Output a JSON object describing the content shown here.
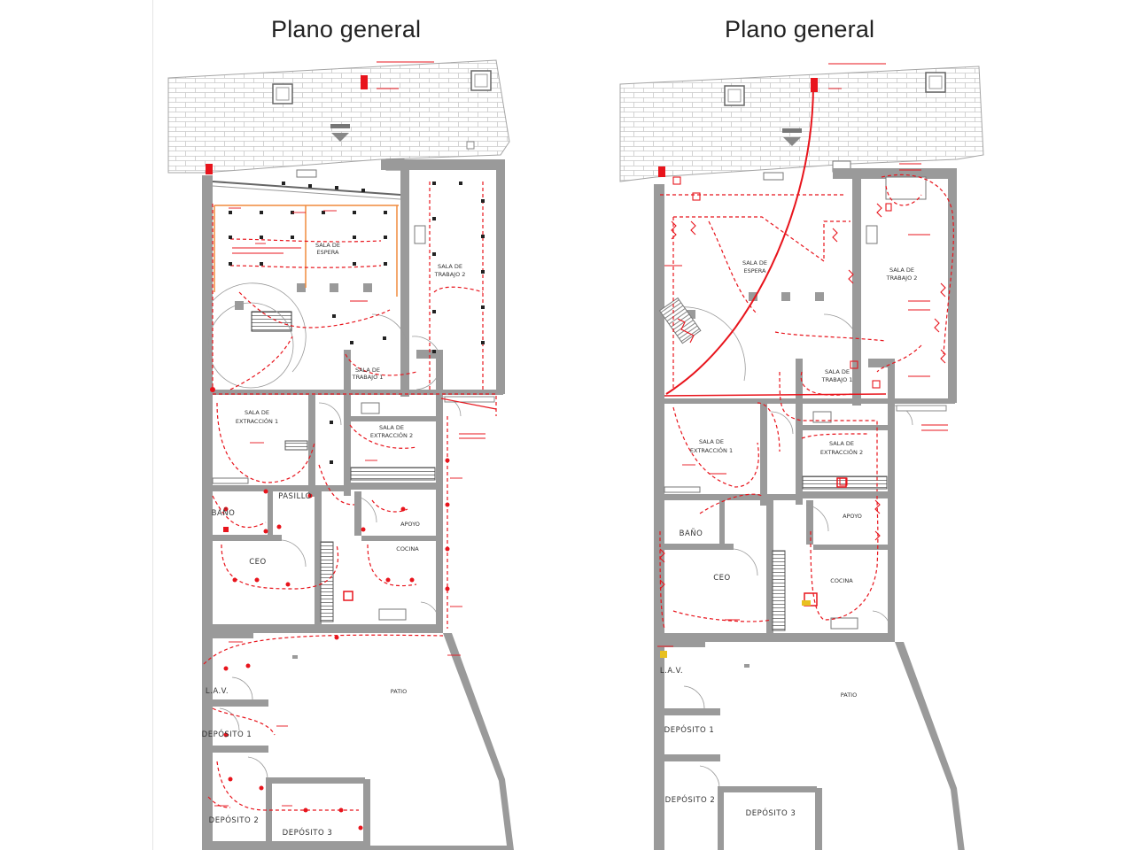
{
  "panels": [
    {
      "title": "Plano general",
      "rooms": {
        "sala_espera": [
          "SALA DE",
          "ESPERA"
        ],
        "sala_trabajo_2": [
          "SALA DE",
          "TRABAJO 2"
        ],
        "sala_trabajo_1": [
          "SALA DE",
          "TRABAJO 1"
        ],
        "sala_extraccion_1": [
          "SALA DE",
          "EXTRACCIÓN 1"
        ],
        "sala_extraccion_2": [
          "SALA DE",
          "EXTRACCIÓN 2"
        ],
        "pasillo": "PASILLO",
        "bano": "BAÑO",
        "apoyo": "APOYO",
        "ceo": "CEO",
        "cocina": "COCINA",
        "patio": "PATIO",
        "lav": "L.A.V.",
        "deposito_1": "DEPÓSITO 1",
        "deposito_2": "DEPÓSITO 2",
        "deposito_3": "DEPÓSITO 3"
      }
    },
    {
      "title": "Plano general",
      "rooms": {
        "sala_espera": [
          "SALA DE",
          "ESPERA"
        ],
        "sala_trabajo_2": [
          "SALA DE",
          "TRABAJO 2"
        ],
        "sala_trabajo_1": [
          "SALA DE",
          "TRABAJO 1"
        ],
        "sala_extraccion_1": [
          "SALA DE",
          "EXTRACCIÓN 1"
        ],
        "sala_extraccion_2": [
          "SALA DE",
          "EXTRACCIÓN 2"
        ],
        "bano": "BAÑO",
        "apoyo": "APOYO",
        "ceo": "CEO",
        "cocina": "COCINA",
        "patio": "PATIO",
        "lav": "L.A.V.",
        "deposito_1": "DEPÓSITO 1",
        "deposito_2": "DEPÓSITO 2",
        "deposito_3": "DEPÓSITO 3"
      }
    }
  ],
  "colors": {
    "wall": "#9a9a9a",
    "wall_dark": "#7d7d7d",
    "electric": "#e8141c",
    "sidewalk_line": "#b8b8b8",
    "orange_line": "#f08a3c"
  }
}
